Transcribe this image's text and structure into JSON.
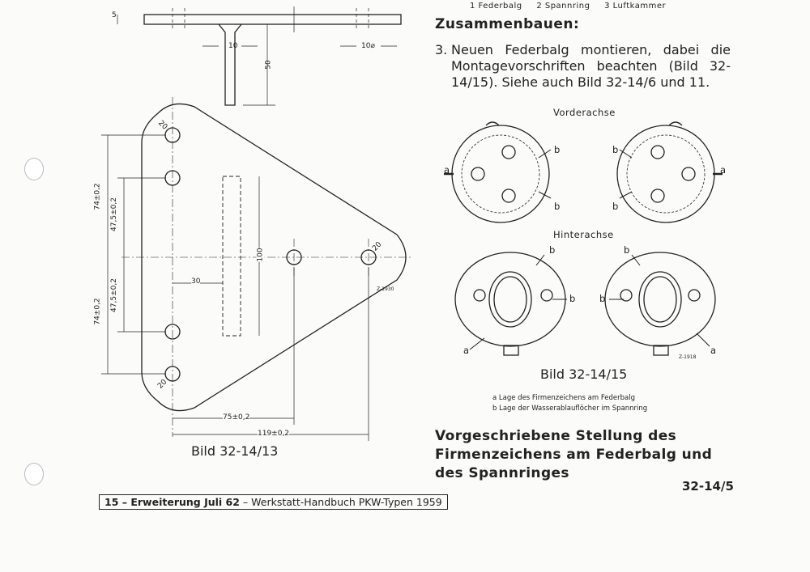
{
  "legend_top": [
    "1 Federbalg",
    "2 Spannring",
    "3 Luftkammer"
  ],
  "heading": "Zusammenbauen:",
  "step": {
    "number": "3.",
    "text": "Neuen Federbalg montieren, dabei die Montagevorschriften beachten (Bild 32-14/15). Siehe auch Bild 32-14/6 und 11."
  },
  "figure_right": {
    "front_label": "Vorderachse",
    "rear_label": "Hinterachse",
    "marker_a": "a",
    "marker_b": "b",
    "drawing_code": "Z-1918",
    "caption": "Bild 32-14/15",
    "notes": [
      "a Lage des Firmenzeichens am Federbalg",
      "b Lage der Wasserablauflöcher im Spannring"
    ]
  },
  "figure_left": {
    "dims": {
      "d5": "5",
      "d10": "10",
      "d10dia": "10⌀",
      "d50": "50",
      "d20": "20",
      "d74": "74±0,2",
      "d47": "47,5±0,2",
      "d30": "30",
      "d100": "100",
      "d75": "75±0,2",
      "d119": "119±0,2"
    },
    "drawing_code": "Z-1930",
    "caption": "Bild 32-14/13"
  },
  "main_caption": "Vorgeschriebene Stellung des Firmenzeichens am Federbalg und des Spannringes",
  "page_number": "32-14/5",
  "footer": {
    "prefix": "15 – Erweiterung ",
    "month": "Juli 62",
    "suffix": " – Werkstatt-Handbuch PKW-Typen 1959"
  }
}
